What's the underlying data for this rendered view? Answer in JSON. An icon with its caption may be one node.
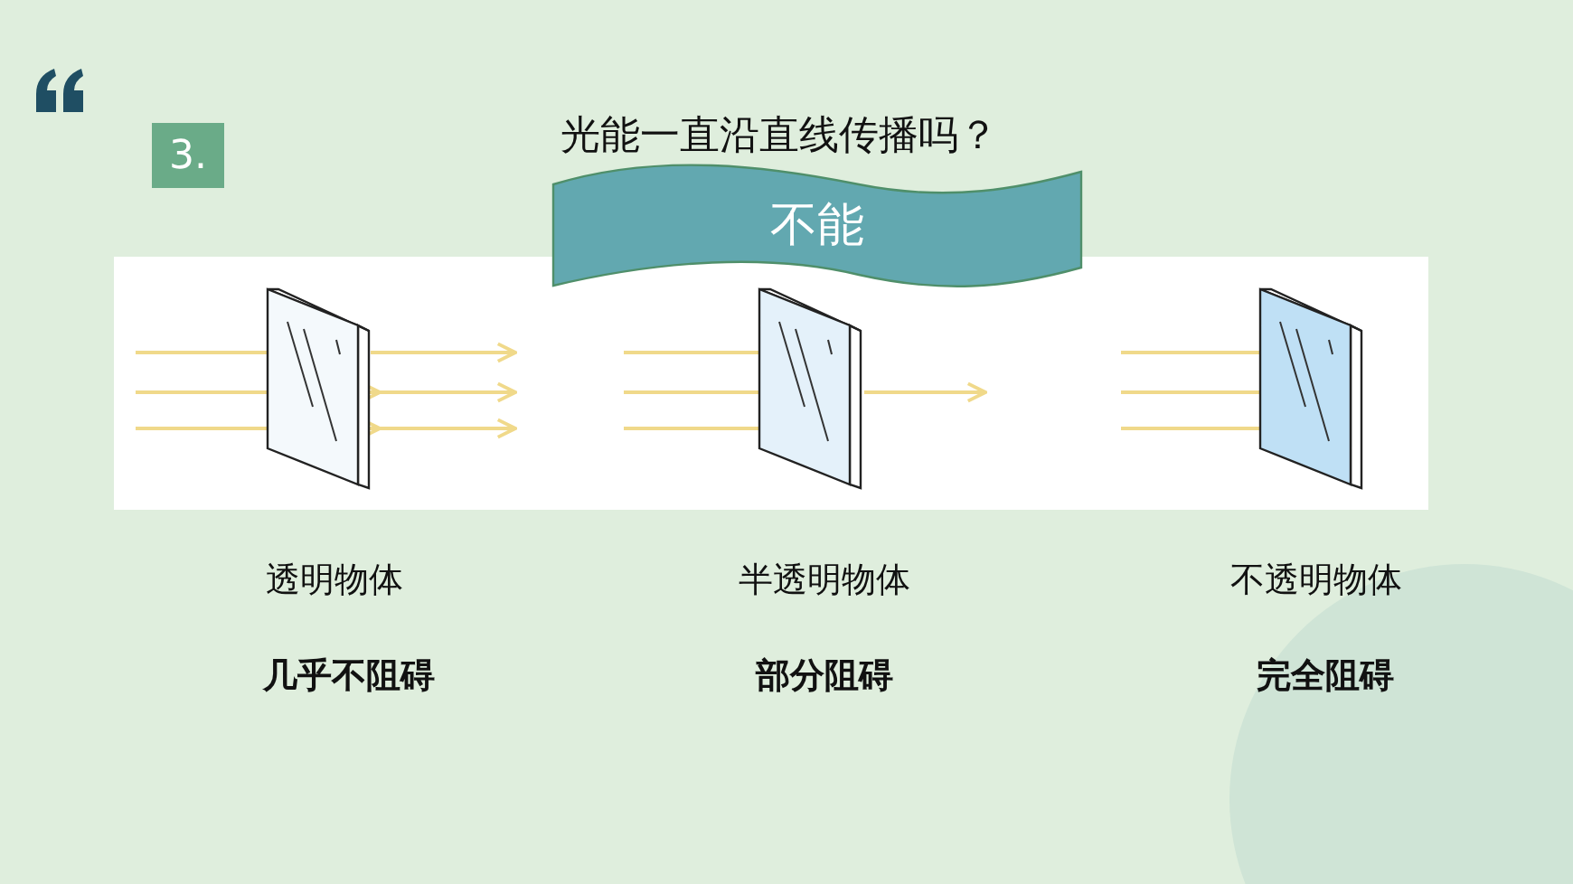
{
  "diagram": {
    "title": "光能一直沿直线传播吗？",
    "nodes": [
      {
        "text": [
          "3."
        ]
      },
      {
        "text": [
          "不能"
        ]
      }
    ],
    "labels": [
      "透明物体",
      "半透明物体",
      "不透明物体",
      "几乎不阻碍",
      "部分阻碍",
      "完全阻碍"
    ]
  }
}
